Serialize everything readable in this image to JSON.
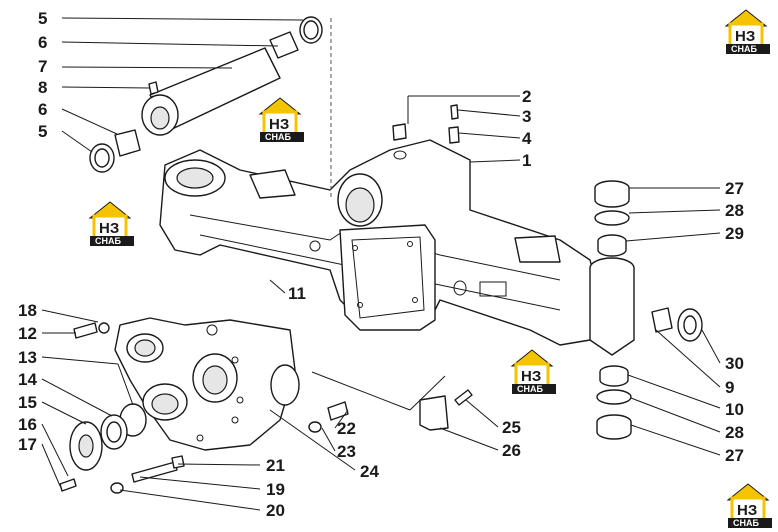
{
  "callouts": {
    "c1": "1",
    "c2": "2",
    "c3": "3",
    "c4": "4",
    "c5a": "5",
    "c5b": "5",
    "c6a": "6",
    "c6b": "6",
    "c7": "7",
    "c8": "8",
    "c9": "9",
    "c10": "10",
    "c11": "11",
    "c12": "12",
    "c13": "13",
    "c14": "14",
    "c15": "15",
    "c16": "16",
    "c17": "17",
    "c18": "18",
    "c19": "19",
    "c20": "20",
    "c21": "21",
    "c22": "22",
    "c23": "23",
    "c24": "24",
    "c25": "25",
    "c26": "26",
    "c27a": "27",
    "c27b": "27",
    "c28a": "28",
    "c28b": "28",
    "c29": "29",
    "c30": "30"
  },
  "watermark": {
    "letters": "НЗ",
    "word": "СНАБ"
  },
  "colors": {
    "logo_yellow": "#f5c400",
    "logo_black": "#1a1a1a",
    "ink": "#1a1a1a"
  }
}
